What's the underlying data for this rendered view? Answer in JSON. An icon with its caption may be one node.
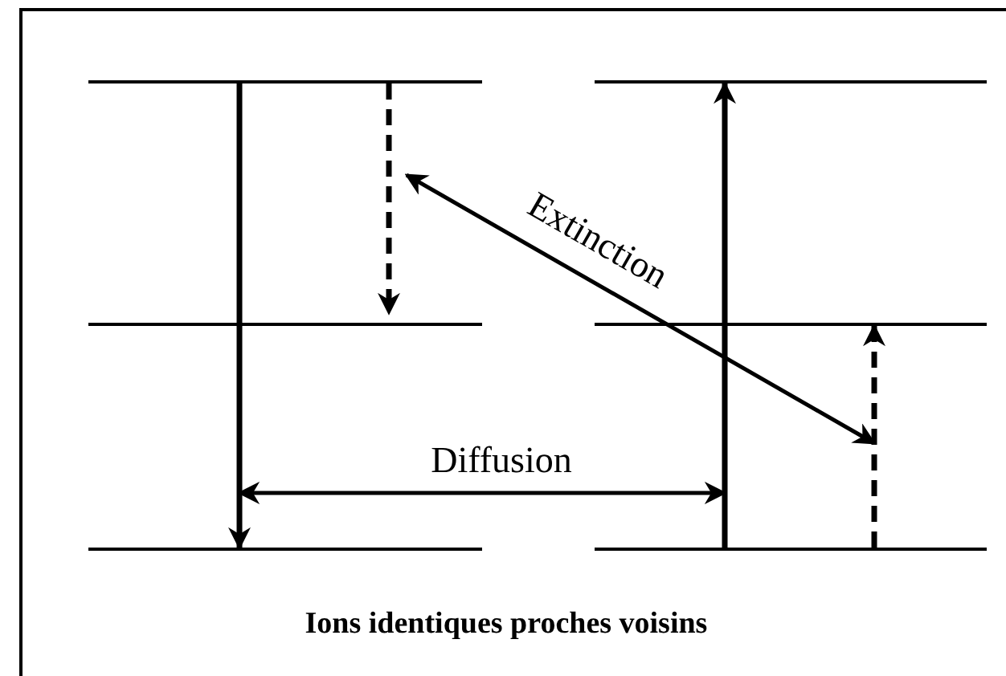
{
  "diagram": {
    "caption": "Ions identiques proches voisins",
    "nodes": [
      {
        "text": [],
        "shape": "bar"
      },
      {
        "text": [],
        "shape": "bar"
      },
      {
        "text": [],
        "shape": "bar"
      },
      {
        "text": [],
        "shape": "bar"
      },
      {
        "text": [],
        "shape": "bar"
      },
      {
        "text": [],
        "shape": "bar"
      }
    ],
    "edges": [
      {
        "from": 0,
        "to": 2,
        "arrow": "to"
      },
      {
        "from": 0,
        "to": 1,
        "arrow": "to",
        "style": "dashed"
      },
      {
        "from": 5,
        "to": 3,
        "arrow": "to"
      },
      {
        "from": 5,
        "to": 4,
        "arrow": "to",
        "style": "dashed"
      }
    ],
    "labels": [
      "Extinction",
      "Diffusion"
    ]
  }
}
